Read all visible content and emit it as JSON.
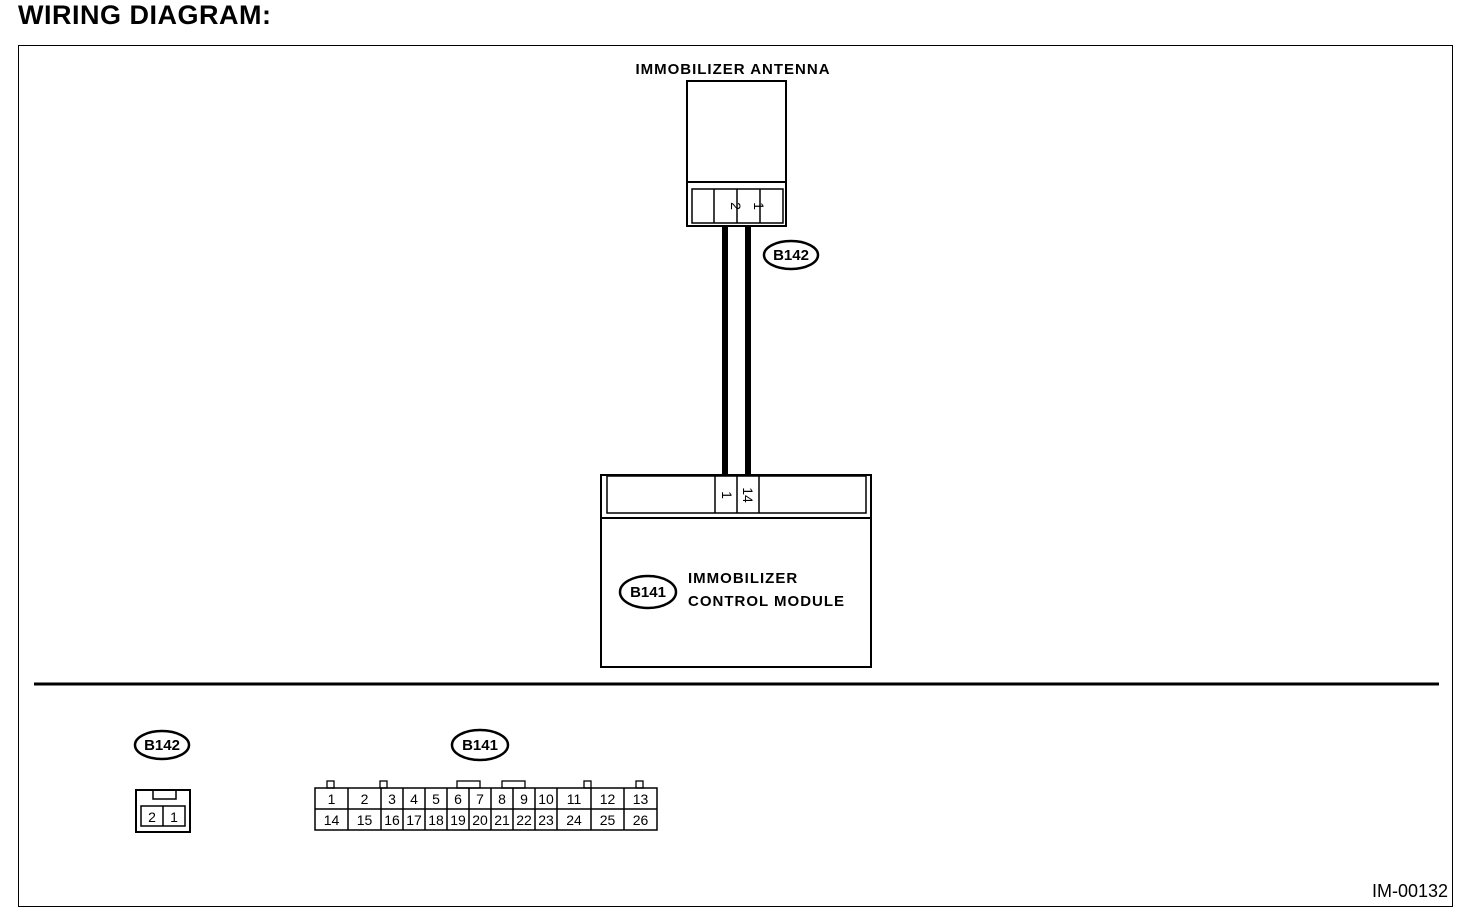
{
  "title": "WIRING DIAGRAM:",
  "doc_id": "IM-00132",
  "antenna": {
    "label": "IMMOBILIZER ANTENNA",
    "connector": "B142",
    "pins": [
      "2",
      "1"
    ]
  },
  "module": {
    "label_line1": "IMMOBILIZER",
    "label_line2": "CONTROL MODULE",
    "connector": "B141",
    "pins": [
      "1",
      "14"
    ]
  },
  "legend": {
    "b142": {
      "tag": "B142",
      "pins": [
        "2",
        "1"
      ]
    },
    "b141": {
      "tag": "B141",
      "top_row": [
        "1",
        "2",
        "3",
        "4",
        "5",
        "6",
        "7",
        "8",
        "9",
        "10",
        "11",
        "12",
        "13"
      ],
      "bottom_row": [
        "14",
        "15",
        "16",
        "17",
        "18",
        "19",
        "20",
        "21",
        "22",
        "23",
        "24",
        "25",
        "26"
      ]
    }
  }
}
